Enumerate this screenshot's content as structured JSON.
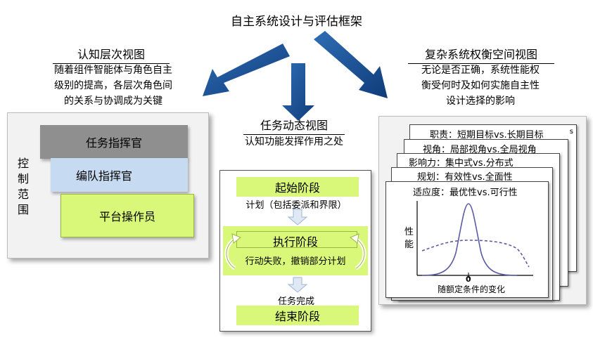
{
  "title": "自主系统设计与评估框架",
  "left": {
    "heading": "认知层次视图",
    "desc_lines": [
      "随着组件智能体与角色自主",
      "级别的提高，各层次角色间",
      "的关系与协调成为关键"
    ],
    "span_of_control": "控制范围",
    "layers": [
      "任务指挥官",
      "编队指挥官",
      "平台操作员"
    ]
  },
  "center": {
    "heading": "任务动态视图",
    "subheading": "认知功能发挥作用之处",
    "start_phase": "起始阶段",
    "plan_note": "计划（包括委派和界限）",
    "exec_phase": "执行阶段",
    "exec_note": "行动失败，撤销部分计划",
    "complete_note": "任务完成",
    "end_phase": "结束阶段"
  },
  "right": {
    "heading": "复杂系统权衡空间视图",
    "desc_lines": [
      "无论是否正确，系统性能权",
      "衡受何时及如何实施自主性",
      "设计选择的影响"
    ],
    "cards": [
      "职责：短期目标vs.长期目标",
      "视角：局部视角vs.全局视角",
      "影响力：集中式vs.分布式",
      "规划：有效性vs.全面性",
      "适应度：最优性vs.可行性"
    ],
    "card_corner": "s",
    "graph": {
      "y_label": "性能",
      "x_zero": "0",
      "x_label": "随额定条件的变化"
    }
  },
  "colors": {
    "arrow": "#0f3c7a",
    "arrow_light": "#2f6db4",
    "layer_top": "#8f8f8f",
    "layer_mid": "#c6daf1",
    "layer_green": "#d9f779",
    "curve": "#5a5aa6"
  }
}
